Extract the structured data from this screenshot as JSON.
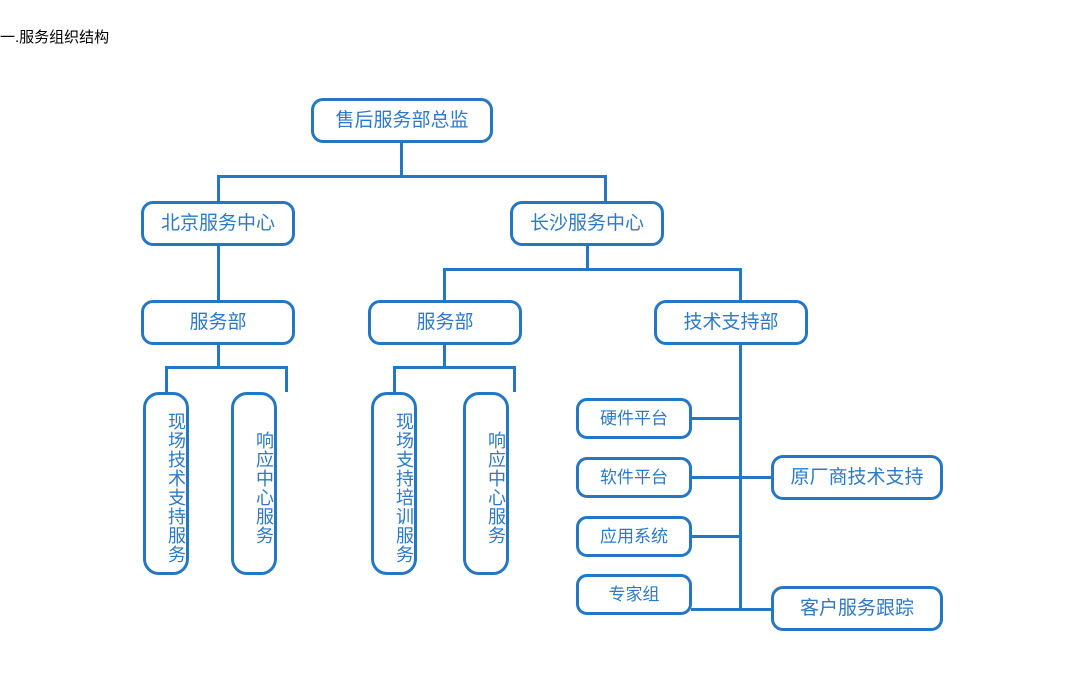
{
  "document": {
    "title": "一.服务组织结构"
  },
  "colors": {
    "border": "#2577C4",
    "text": "#2E79C7",
    "line": "#2577C4",
    "background": "#ffffff",
    "title_text": "#000000"
  },
  "chart_data": {
    "type": "diagram",
    "diagram_type": "organization-chart",
    "title": "一.服务组织结构",
    "orientation": "top-down",
    "nodes": [
      {
        "id": "director",
        "label": "售后服务部总监",
        "level": 0,
        "text_direction": "horizontal"
      },
      {
        "id": "beijing-center",
        "label": "北京服务中心",
        "level": 1,
        "text_direction": "horizontal"
      },
      {
        "id": "changsha-center",
        "label": "长沙服务中心",
        "level": 1,
        "text_direction": "horizontal"
      },
      {
        "id": "bj-service-dept",
        "label": "服务部",
        "level": 2,
        "text_direction": "horizontal"
      },
      {
        "id": "cs-service-dept",
        "label": "服务部",
        "level": 2,
        "text_direction": "horizontal"
      },
      {
        "id": "tech-support",
        "label": "技术支持部",
        "level": 2,
        "text_direction": "horizontal"
      },
      {
        "id": "bj-onsite",
        "label": "现场技术支持服务",
        "level": 3,
        "text_direction": "vertical"
      },
      {
        "id": "bj-response",
        "label": "响应中心服务",
        "level": 3,
        "text_direction": "vertical"
      },
      {
        "id": "cs-onsite",
        "label": "现场支持培训服务",
        "level": 3,
        "text_direction": "vertical"
      },
      {
        "id": "cs-response",
        "label": "响应中心服务",
        "level": 3,
        "text_direction": "vertical"
      },
      {
        "id": "hardware",
        "label": "硬件平台",
        "level": 3,
        "text_direction": "horizontal"
      },
      {
        "id": "software",
        "label": "软件平台",
        "level": 3,
        "text_direction": "horizontal"
      },
      {
        "id": "application",
        "label": "应用系统",
        "level": 3,
        "text_direction": "horizontal"
      },
      {
        "id": "experts",
        "label": "专家组",
        "level": 3,
        "text_direction": "horizontal"
      },
      {
        "id": "vendor-support",
        "label": "原厂商技术支持",
        "level": 3,
        "text_direction": "horizontal"
      },
      {
        "id": "service-track",
        "label": "客户服务跟踪",
        "level": 3,
        "text_direction": "horizontal"
      }
    ],
    "edges": [
      {
        "from": "director",
        "to": "beijing-center"
      },
      {
        "from": "director",
        "to": "changsha-center"
      },
      {
        "from": "beijing-center",
        "to": "bj-service-dept"
      },
      {
        "from": "changsha-center",
        "to": "cs-service-dept"
      },
      {
        "from": "changsha-center",
        "to": "tech-support"
      },
      {
        "from": "bj-service-dept",
        "to": "bj-onsite"
      },
      {
        "from": "bj-service-dept",
        "to": "bj-response"
      },
      {
        "from": "cs-service-dept",
        "to": "cs-onsite"
      },
      {
        "from": "cs-service-dept",
        "to": "cs-response"
      },
      {
        "from": "tech-support",
        "to": "hardware"
      },
      {
        "from": "tech-support",
        "to": "software"
      },
      {
        "from": "tech-support",
        "to": "application"
      },
      {
        "from": "tech-support",
        "to": "experts"
      },
      {
        "from": "tech-support",
        "to": "vendor-support"
      },
      {
        "from": "tech-support",
        "to": "service-track"
      }
    ]
  },
  "nodes": {
    "director": {
      "label": "售后服务部总监"
    },
    "beijing_center": {
      "label": "北京服务中心"
    },
    "changsha_center": {
      "label": "长沙服务中心"
    },
    "bj_service_dept": {
      "label": "服务部"
    },
    "cs_service_dept": {
      "label": "服务部"
    },
    "tech_support": {
      "label": "技术支持部"
    },
    "bj_onsite": {
      "label": "现场技术支持服务"
    },
    "bj_response": {
      "label": "响应中心服务"
    },
    "cs_onsite": {
      "label": "现场支持培训服务"
    },
    "cs_response": {
      "label": "响应中心服务"
    },
    "hardware": {
      "label": "硬件平台"
    },
    "software": {
      "label": "软件平台"
    },
    "application": {
      "label": "应用系统"
    },
    "experts": {
      "label": "专家组"
    },
    "vendor_support": {
      "label": "原厂商技术支持"
    },
    "service_track": {
      "label": "客户服务跟踪"
    }
  }
}
